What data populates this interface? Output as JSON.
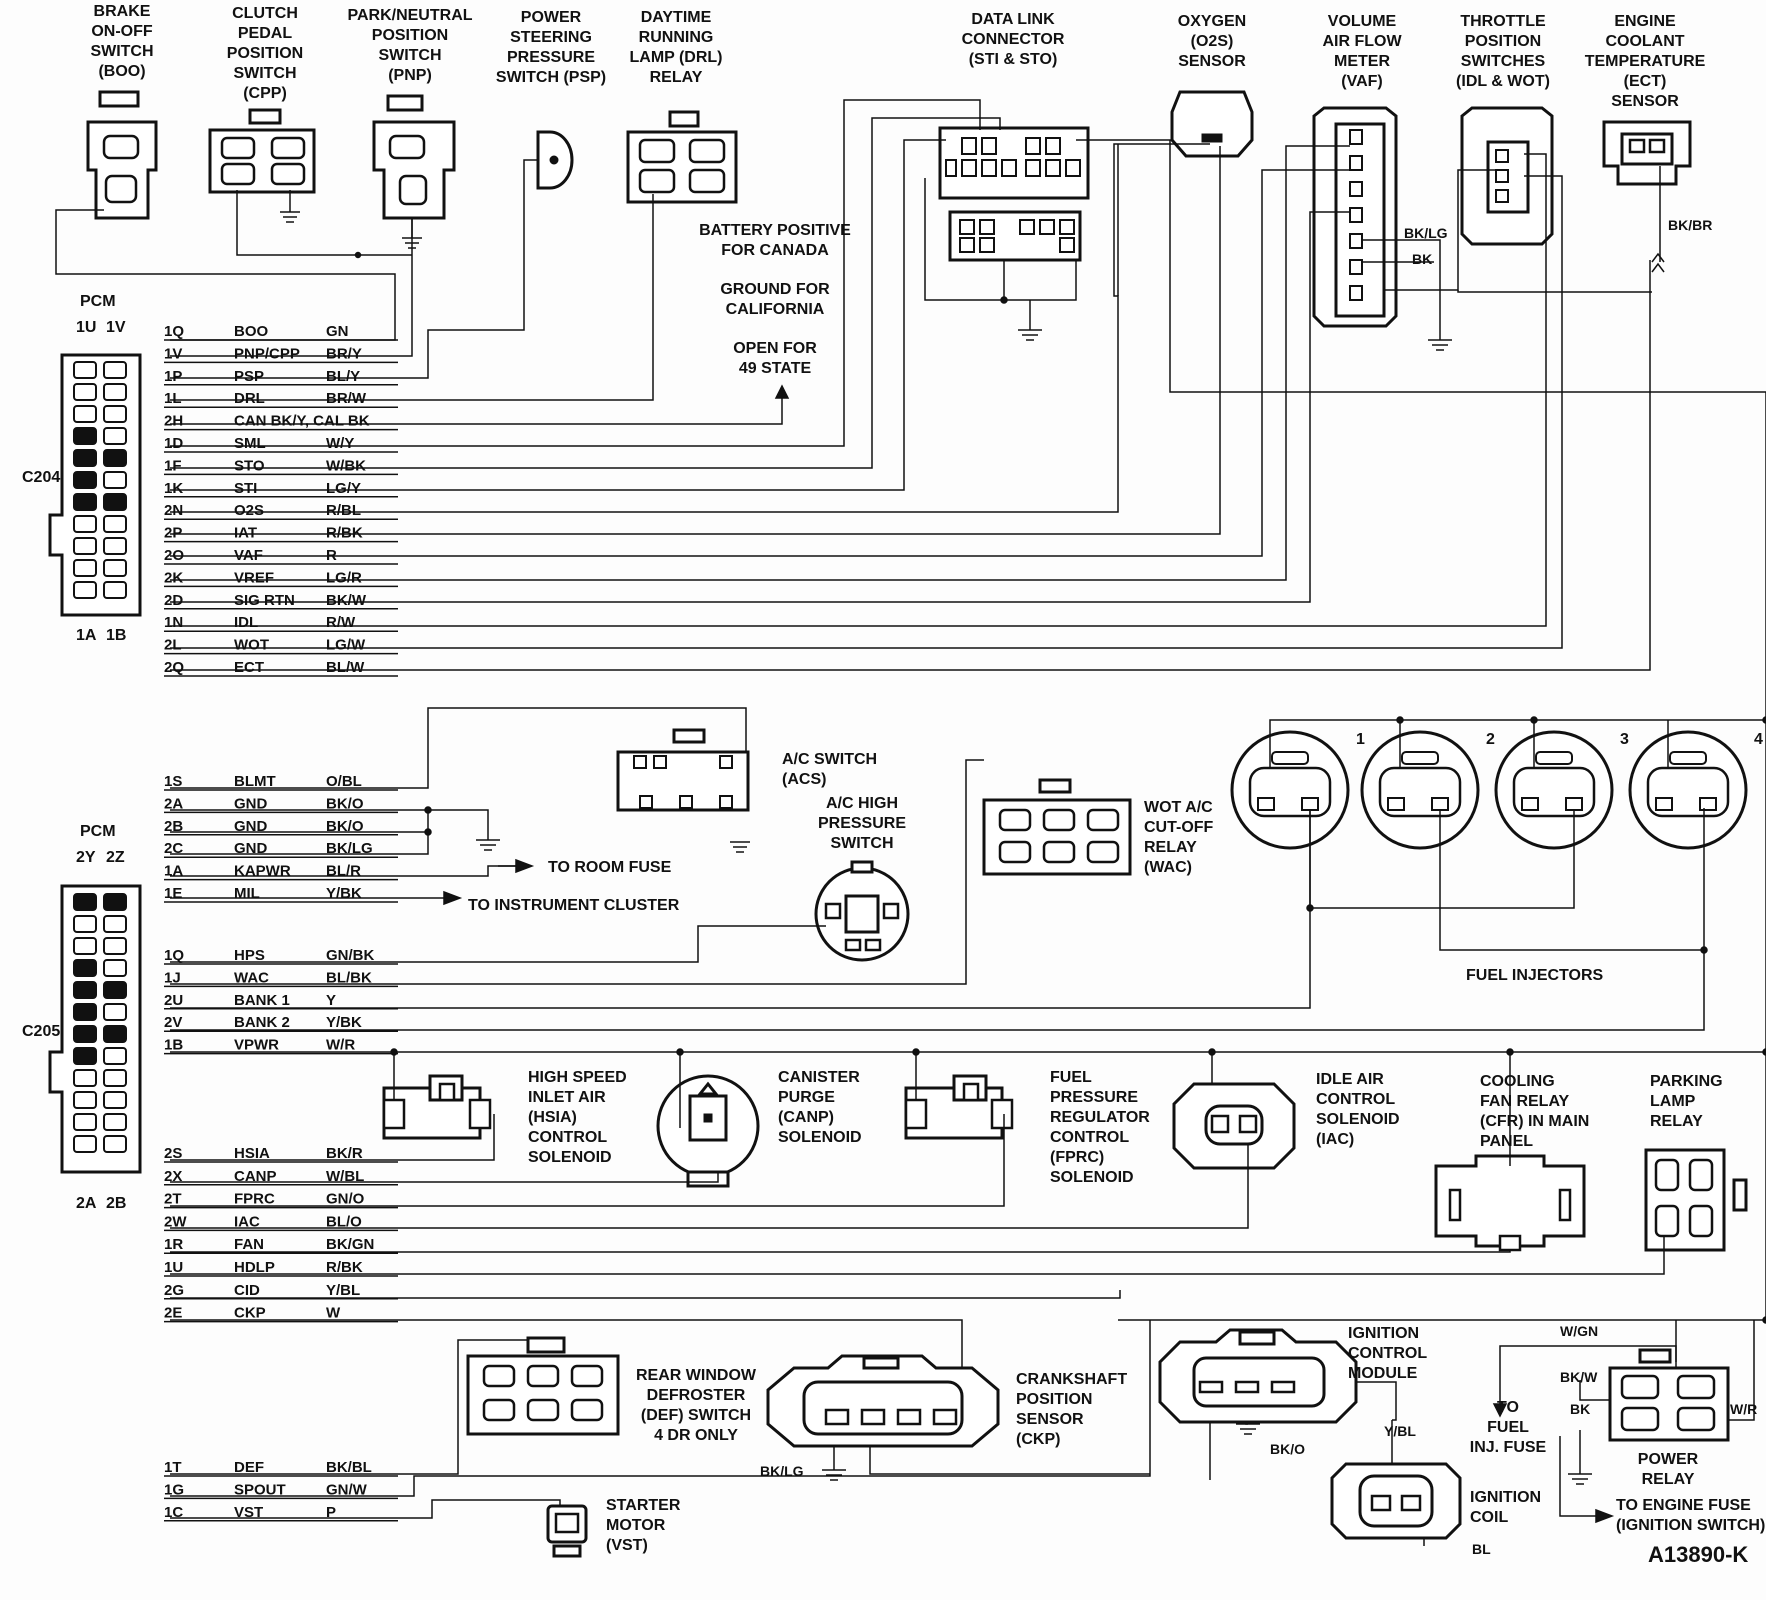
{
  "figure_id": "A13890-K",
  "pcm_label": "PCM",
  "c204": {
    "connector": "C204",
    "top_pins": [
      "1U",
      "1V"
    ],
    "bottom_pins": [
      "1A",
      "1B"
    ],
    "circuits": [
      {
        "pin": "1Q",
        "name": "BOO",
        "color": "GN"
      },
      {
        "pin": "1V",
        "name": "PNP/CPP",
        "color": "BR/Y"
      },
      {
        "pin": "1P",
        "name": "PSP",
        "color": "BL/Y"
      },
      {
        "pin": "1L",
        "name": "DRL",
        "color": "BR/W"
      },
      {
        "pin": "2H",
        "name": "CAN BK/Y, CAL BK",
        "color": ""
      },
      {
        "pin": "1D",
        "name": "SML",
        "color": "W/Y"
      },
      {
        "pin": "1F",
        "name": "STO",
        "color": "W/BK"
      },
      {
        "pin": "1K",
        "name": "STI",
        "color": "LG/Y"
      },
      {
        "pin": "2N",
        "name": "O2S",
        "color": "R/BL"
      },
      {
        "pin": "2P",
        "name": "IAT",
        "color": "R/BK"
      },
      {
        "pin": "2O",
        "name": "VAF",
        "color": "R"
      },
      {
        "pin": "2K",
        "name": "VREF",
        "color": "LG/R"
      },
      {
        "pin": "2D",
        "name": "SIG RTN",
        "color": "BK/W"
      },
      {
        "pin": "1N",
        "name": "IDL",
        "color": "R/W"
      },
      {
        "pin": "2L",
        "name": "WOT",
        "color": "LG/W"
      },
      {
        "pin": "2Q",
        "name": "ECT",
        "color": "BL/W"
      }
    ]
  },
  "c205": {
    "connector": "C205",
    "top_pins": [
      "2Y",
      "2Z"
    ],
    "bottom_pins": [
      "2A",
      "2B"
    ],
    "circuits_a": [
      {
        "pin": "1S",
        "name": "BLMT",
        "color": "O/BL"
      },
      {
        "pin": "2A",
        "name": "GND",
        "color": "BK/O"
      },
      {
        "pin": "2B",
        "name": "GND",
        "color": "BK/O"
      },
      {
        "pin": "2C",
        "name": "GND",
        "color": "BK/LG"
      },
      {
        "pin": "1A",
        "name": "KAPWR",
        "color": "BL/R"
      },
      {
        "pin": "1E",
        "name": "MIL",
        "color": "Y/BK"
      }
    ],
    "circuits_b": [
      {
        "pin": "1Q",
        "name": "HPS",
        "color": "GN/BK"
      },
      {
        "pin": "1J",
        "name": "WAC",
        "color": "BL/BK"
      },
      {
        "pin": "2U",
        "name": "BANK 1",
        "color": "Y"
      },
      {
        "pin": "2V",
        "name": "BANK 2",
        "color": "Y/BK"
      },
      {
        "pin": "1B",
        "name": "VPWR",
        "color": "W/R"
      }
    ],
    "circuits_c": [
      {
        "pin": "2S",
        "name": "HSIA",
        "color": "BK/R"
      },
      {
        "pin": "2X",
        "name": "CANP",
        "color": "W/BL"
      },
      {
        "pin": "2T",
        "name": "FPRC",
        "color": "GN/O"
      },
      {
        "pin": "2W",
        "name": "IAC",
        "color": "BL/O"
      },
      {
        "pin": "1R",
        "name": "FAN",
        "color": "BK/GN"
      },
      {
        "pin": "1U",
        "name": "HDLP",
        "color": "R/BK"
      },
      {
        "pin": "2G",
        "name": "CID",
        "color": "Y/BL"
      },
      {
        "pin": "2E",
        "name": "CKP",
        "color": "W"
      }
    ],
    "circuits_d": [
      {
        "pin": "1T",
        "name": "DEF",
        "color": "BK/BL"
      },
      {
        "pin": "1G",
        "name": "SPOUT",
        "color": "GN/W"
      },
      {
        "pin": "1C",
        "name": "VST",
        "color": "P"
      }
    ]
  },
  "components": {
    "boo": [
      "BRAKE",
      "ON-OFF",
      "SWITCH",
      "(BOO)"
    ],
    "cpp": [
      "CLUTCH",
      "PEDAL",
      "POSITION",
      "SWITCH",
      "(CPP)"
    ],
    "pnp": [
      "PARK/NEUTRAL",
      "POSITION",
      "SWITCH",
      "(PNP)"
    ],
    "psp": [
      "POWER",
      "STEERING",
      "PRESSURE",
      "SWITCH (PSP)"
    ],
    "drl": [
      "DAYTIME",
      "RUNNING",
      "LAMP (DRL)",
      "RELAY"
    ],
    "dlc": [
      "DATA LINK",
      "CONNECTOR",
      "(STI & STO)"
    ],
    "o2s": [
      "OXYGEN",
      "(O2S)",
      "SENSOR"
    ],
    "vaf": [
      "VOLUME",
      "AIR FLOW",
      "METER",
      "(VAF)"
    ],
    "tps": [
      "THROTTLE",
      "POSITION",
      "SWITCHES",
      "(IDL & WOT)"
    ],
    "ect": [
      "ENGINE",
      "COOLANT",
      "TEMPERATURE",
      "(ECT)",
      "SENSOR"
    ],
    "can_note": [
      "BATTERY POSITIVE",
      "FOR CANADA",
      "GROUND FOR",
      "CALIFORNIA",
      "OPEN FOR",
      "49 STATE"
    ],
    "acs": [
      "A/C SWITCH",
      "(ACS)"
    ],
    "hps": [
      "A/C HIGH",
      "PRESSURE",
      "SWITCH"
    ],
    "wac": [
      "WOT A/C",
      "CUT-OFF",
      "RELAY",
      "(WAC)"
    ],
    "injectors": "FUEL INJECTORS",
    "injector_numbers": [
      "1",
      "2",
      "3",
      "4"
    ],
    "hsia": [
      "HIGH SPEED",
      "INLET AIR",
      "(HSIA)",
      "CONTROL",
      "SOLENOID"
    ],
    "canp": [
      "CANISTER",
      "PURGE",
      "(CANP)",
      "SOLENOID"
    ],
    "fprc": [
      "FUEL",
      "PRESSURE",
      "REGULATOR",
      "CONTROL",
      "(FPRC)",
      "SOLENOID"
    ],
    "iac": [
      "IDLE AIR",
      "CONTROL",
      "SOLENOID",
      "(IAC)"
    ],
    "cfr": [
      "COOLING",
      "FAN RELAY",
      "(CFR) IN MAIN",
      "PANEL"
    ],
    "plr": [
      "PARKING",
      "LAMP",
      "RELAY"
    ],
    "def": [
      "REAR WINDOW",
      "DEFROSTER",
      "(DEF) SWITCH",
      "4 DR ONLY"
    ],
    "ckp": [
      "CRANKSHAFT",
      "POSITION",
      "SENSOR",
      "(CKP)"
    ],
    "icm": [
      "IGNITION",
      "CONTROL",
      "MODULE"
    ],
    "coil": [
      "IGNITION",
      "COIL"
    ],
    "vst": [
      "STARTER",
      "MOTOR",
      "(VST)"
    ],
    "power_relay": [
      "POWER",
      "RELAY"
    ],
    "to_fuel_inj": [
      "TO",
      "FUEL",
      "INJ. FUSE"
    ],
    "to_engine_fuse": [
      "TO ENGINE FUSE",
      "(IGNITION SWITCH)"
    ],
    "to_room_fuse": "TO ROOM FUSE",
    "to_cluster": "TO INSTRUMENT CLUSTER"
  },
  "wire_tags": {
    "vaf_bklg": "BK/LG",
    "vaf_bk": "BK",
    "ect_bkbr": "BK/BR",
    "ckp_bklg": "BK/LG",
    "icm_bko": "BK/O",
    "icm_ybl": "Y/BL",
    "coil_bl": "BL",
    "pr_wgn": "W/GN",
    "pr_bkw": "BK/W",
    "pr_bk": "BK",
    "pr_wr": "W/R"
  }
}
